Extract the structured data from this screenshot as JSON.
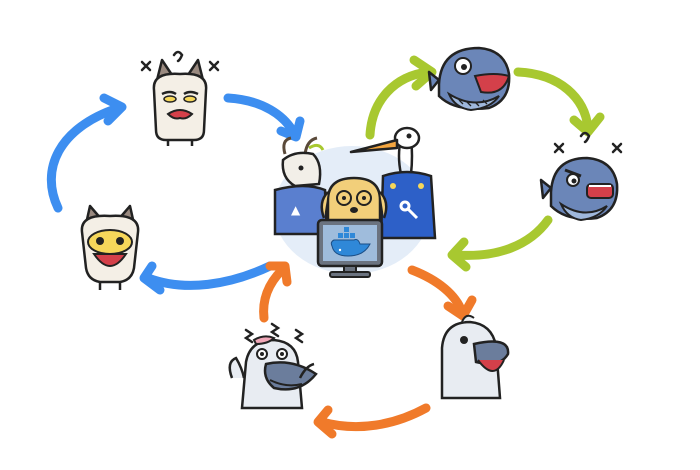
{
  "colors": {
    "background": "#ffffff",
    "blue_loop": "#3d8ef0",
    "green_loop": "#a8c830",
    "orange_loop": "#f07a2a",
    "outline": "#222222",
    "cat_fur": "#f4efe6",
    "cat_ear_dark": "#9a8a80",
    "cat_mouth": "#d4404a",
    "fish_body": "#6b86b8",
    "fish_belly": "#9fb8dc",
    "bird_body": "#e8ecf2",
    "bird_beak": "#6b7d9c",
    "bird_crest": "#f1a7b8",
    "goat_fur": "#f2efe8",
    "dog_fur": "#f2cf7a",
    "stork_beak": "#f4a640",
    "overall_blue": "#2d60c8",
    "monitor": "#6b7380",
    "monitor_screen": "#9fbcdc",
    "docker_whale": "#2f88d8",
    "teamwork_bg": "#dde8f6"
  },
  "loops": [
    {
      "name": "blue",
      "color_key": "blue_loop",
      "characters": [
        "cat-happy",
        "cat-annoyed"
      ]
    },
    {
      "name": "green",
      "color_key": "green_loop",
      "characters": [
        "fish-happy",
        "fish-angry"
      ]
    },
    {
      "name": "orange",
      "color_key": "orange_loop",
      "characters": [
        "bird-happy",
        "bird-panicked"
      ]
    }
  ],
  "center": {
    "characters": [
      "goat",
      "dog",
      "stork"
    ],
    "device": "monitor",
    "logo_icon": "docker-whale-icon"
  }
}
